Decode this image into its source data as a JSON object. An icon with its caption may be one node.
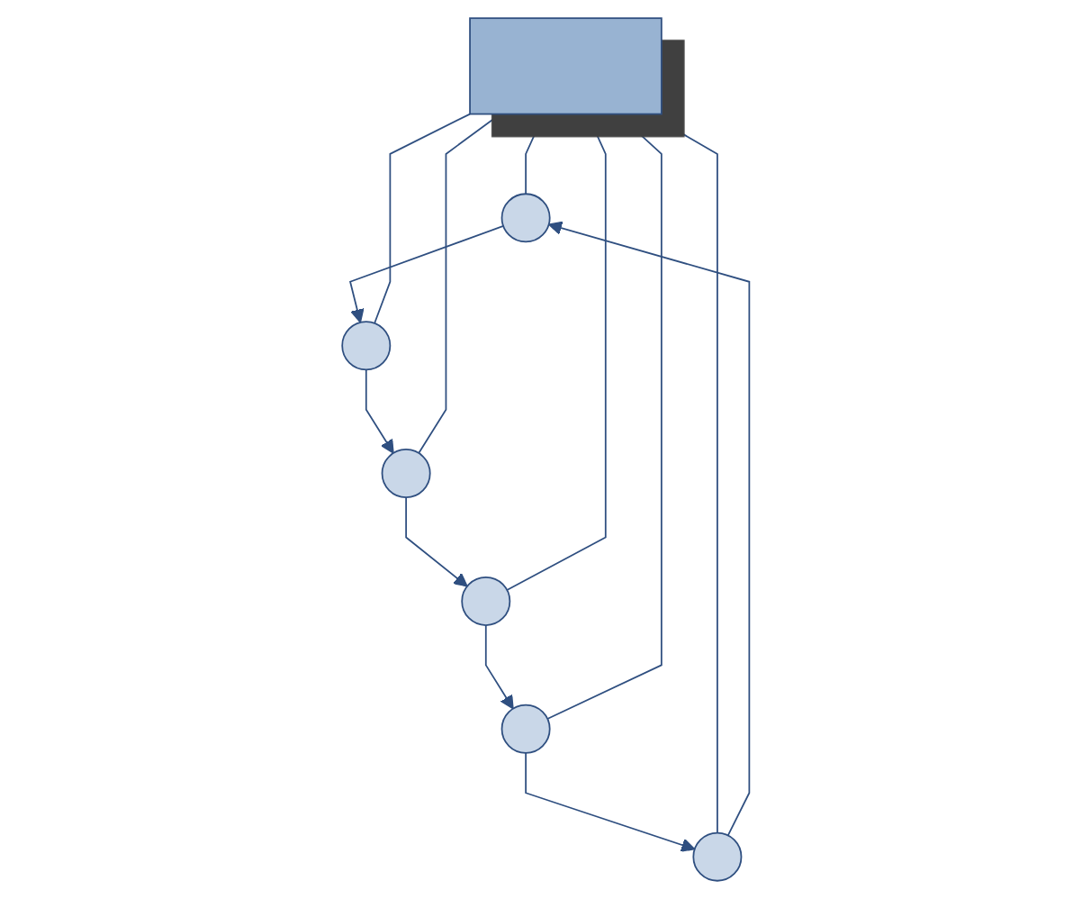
{
  "diagram": {
    "nodes": [
      {
        "text": [],
        "shape": "ellipse"
      },
      {
        "text": [],
        "shape": "ellipse"
      },
      {
        "text": [],
        "shape": "ellipse"
      },
      {
        "text": [],
        "shape": "box"
      },
      {
        "text": [],
        "shape": "ellipse"
      },
      {
        "text": [],
        "shape": "ellipse"
      },
      {
        "text": [],
        "shape": "ellipse"
      }
    ],
    "edges": [
      {
        "from": 0,
        "to": 2,
        "arrow": "to"
      },
      {
        "from": 2,
        "to": 5,
        "arrow": "to"
      },
      {
        "from": 5,
        "to": 6,
        "arrow": "to"
      },
      {
        "from": 6,
        "to": 4,
        "arrow": "to"
      },
      {
        "from": 4,
        "to": 1,
        "arrow": "to"
      },
      {
        "from": 1,
        "to": 0,
        "arrow": "to"
      },
      {
        "from": 3,
        "to": 0,
        "arrow": "none"
      },
      {
        "from": 3,
        "to": 1,
        "arrow": "none"
      },
      {
        "from": 3,
        "to": 2,
        "arrow": "none"
      },
      {
        "from": 3,
        "to": 4,
        "arrow": "none"
      },
      {
        "from": 3,
        "to": 5,
        "arrow": "none"
      },
      {
        "from": 3,
        "to": 6,
        "arrow": "none"
      }
    ]
  }
}
